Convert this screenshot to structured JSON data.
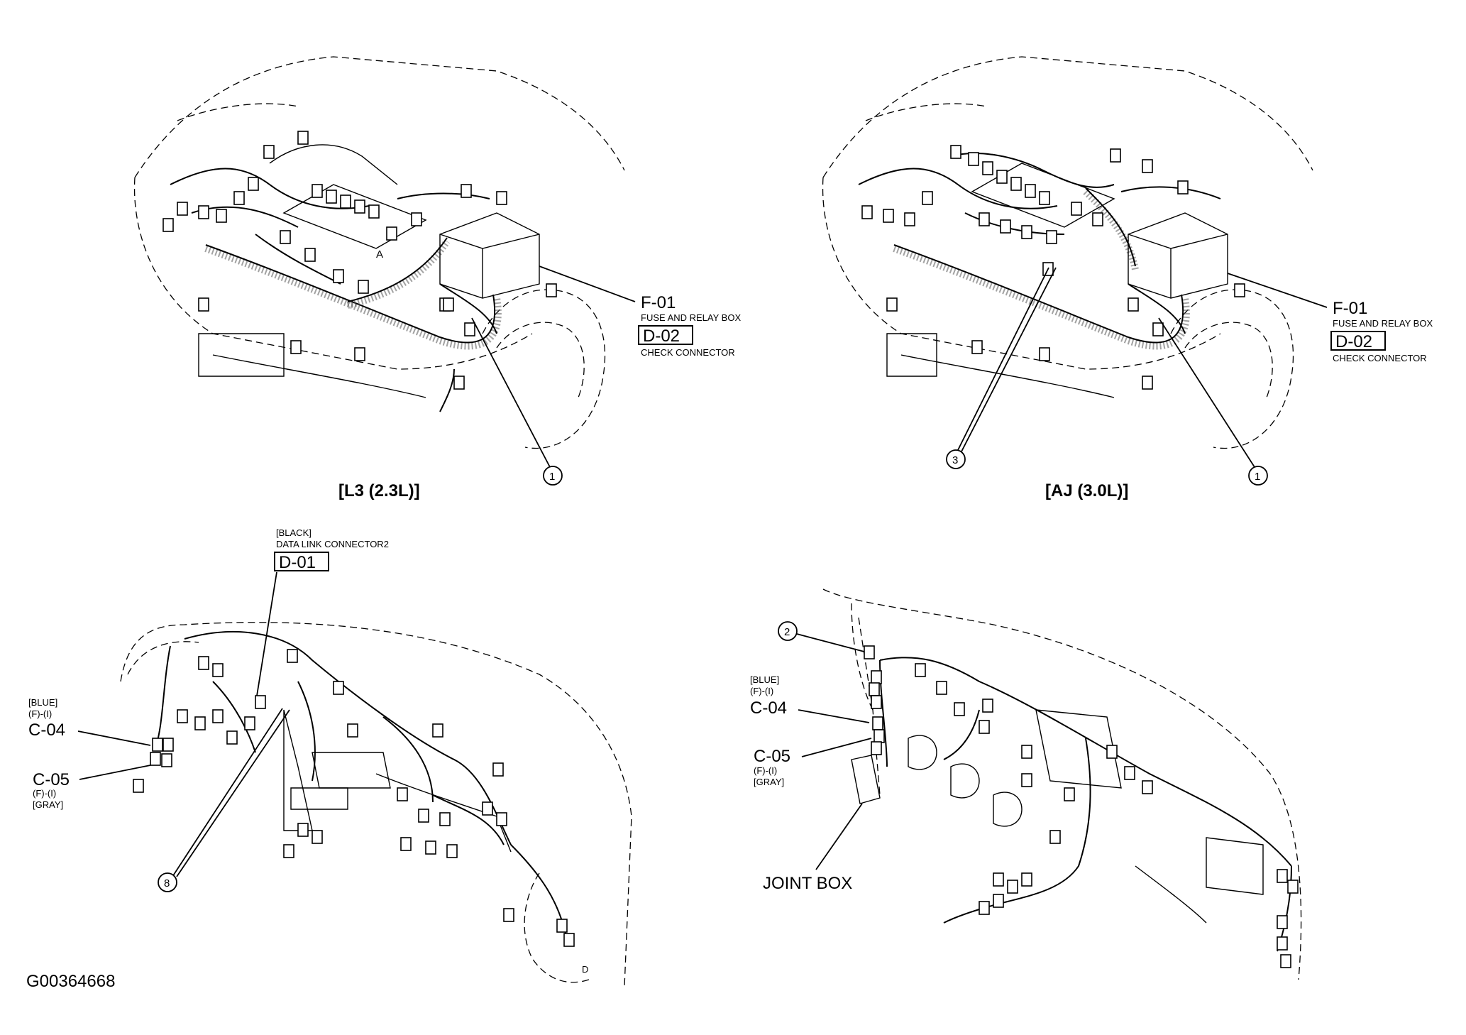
{
  "figure_id": "G00364668",
  "panels": {
    "l3": {
      "title": "[L3 (2.3L)]",
      "fuse_code": "F-01",
      "fuse_desc": "FUSE AND RELAY BOX",
      "check_code": "D-02",
      "check_desc": "CHECK CONNECTOR",
      "callout": "1",
      "marker": "A"
    },
    "aj": {
      "title": "[AJ (3.0L)]",
      "fuse_code": "F-01",
      "fuse_desc": "FUSE AND RELAY BOX",
      "check_code": "D-02",
      "check_desc": "CHECK CONNECTOR",
      "callout_left": "3",
      "callout_right": "1"
    },
    "dash_left": {
      "dlc_color": "[BLACK]",
      "dlc_desc": "DATA LINK CONNECTOR2",
      "dlc_code": "D-01",
      "c04_color": "[BLUE]",
      "c04_loc": "(F)-(I)",
      "c04_code": "C-04",
      "c05_code": "C-05",
      "c05_loc": "(F)-(I)",
      "c05_color": "[GRAY]",
      "callout": "8",
      "marker": "D"
    },
    "dash_right": {
      "callout": "2",
      "c04_color": "[BLUE]",
      "c04_loc": "(F)-(I)",
      "c04_code": "C-04",
      "c05_code": "C-05",
      "c05_loc": "(F)-(I)",
      "c05_color": "[GRAY]",
      "joint_box": "JOINT BOX"
    }
  }
}
